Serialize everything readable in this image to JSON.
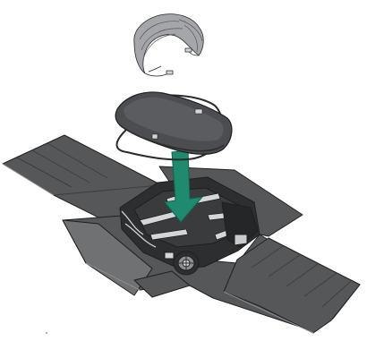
{
  "figure": {
    "kind": "assembly-illustration",
    "components": [
      {
        "id": "cable-bundle",
        "icon": "wire-harness-icon"
      },
      {
        "id": "top-cover",
        "icon": "cover-lid-icon"
      },
      {
        "id": "robot-chassis",
        "icon": "robot-chassis-icon"
      },
      {
        "id": "mat",
        "icon": "folded-mat-icon"
      }
    ],
    "instruction_arrow": {
      "icon": "arrow-down-icon",
      "direction": "down"
    },
    "colors": {
      "mat_fill": "#555759",
      "mat_fold": "#3c3e40",
      "mat_shadow": "#6f7173",
      "cover_fill": "#4b4d50",
      "cover_edge": "#2a2b2d",
      "cable_fill": "#a4a6a9",
      "chassis_dark": "#2d2e30",
      "chassis_light": "#d4d6d8",
      "arrow_fill": "#1f8a6d",
      "outline": "#1e1f21"
    }
  }
}
